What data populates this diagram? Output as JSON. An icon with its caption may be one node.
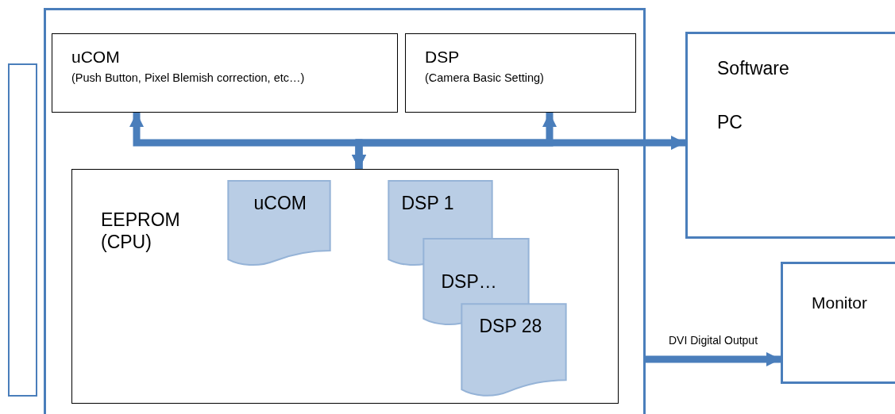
{
  "diagram": {
    "nodes": [
      {
        "text": [],
        "shape": "bar"
      },
      {
        "text": [],
        "shape": "box"
      },
      {
        "text": [
          "uCOM",
          "(Push Button, Pixel Blemish correction, etc…)"
        ],
        "in": 1
      },
      {
        "text": [
          "DSP",
          "(Camera Basic Setting)"
        ],
        "in": 1
      },
      {
        "text": [
          "Software",
          "PC"
        ]
      },
      {
        "text": [
          "EEPROM (CPU)"
        ],
        "in": 1
      },
      {
        "text": [
          "uCOM"
        ],
        "in": 5
      },
      {
        "text": [
          "DSP 1"
        ],
        "in": 5
      },
      {
        "text": [
          "DSP…"
        ],
        "in": 5
      },
      {
        "text": [
          "DSP 28"
        ],
        "in": 5
      },
      {
        "text": [
          "Monitor"
        ]
      }
    ],
    "edges": [
      {
        "from": 5,
        "to": 2,
        "arrow": "both"
      },
      {
        "from": 5,
        "to": 3,
        "arrow": "both"
      },
      {
        "from": 5,
        "to": 4,
        "arrow": "both"
      },
      {
        "from": 1,
        "to": 10,
        "arrow": "to",
        "label": "DVI Digital Output"
      }
    ]
  }
}
